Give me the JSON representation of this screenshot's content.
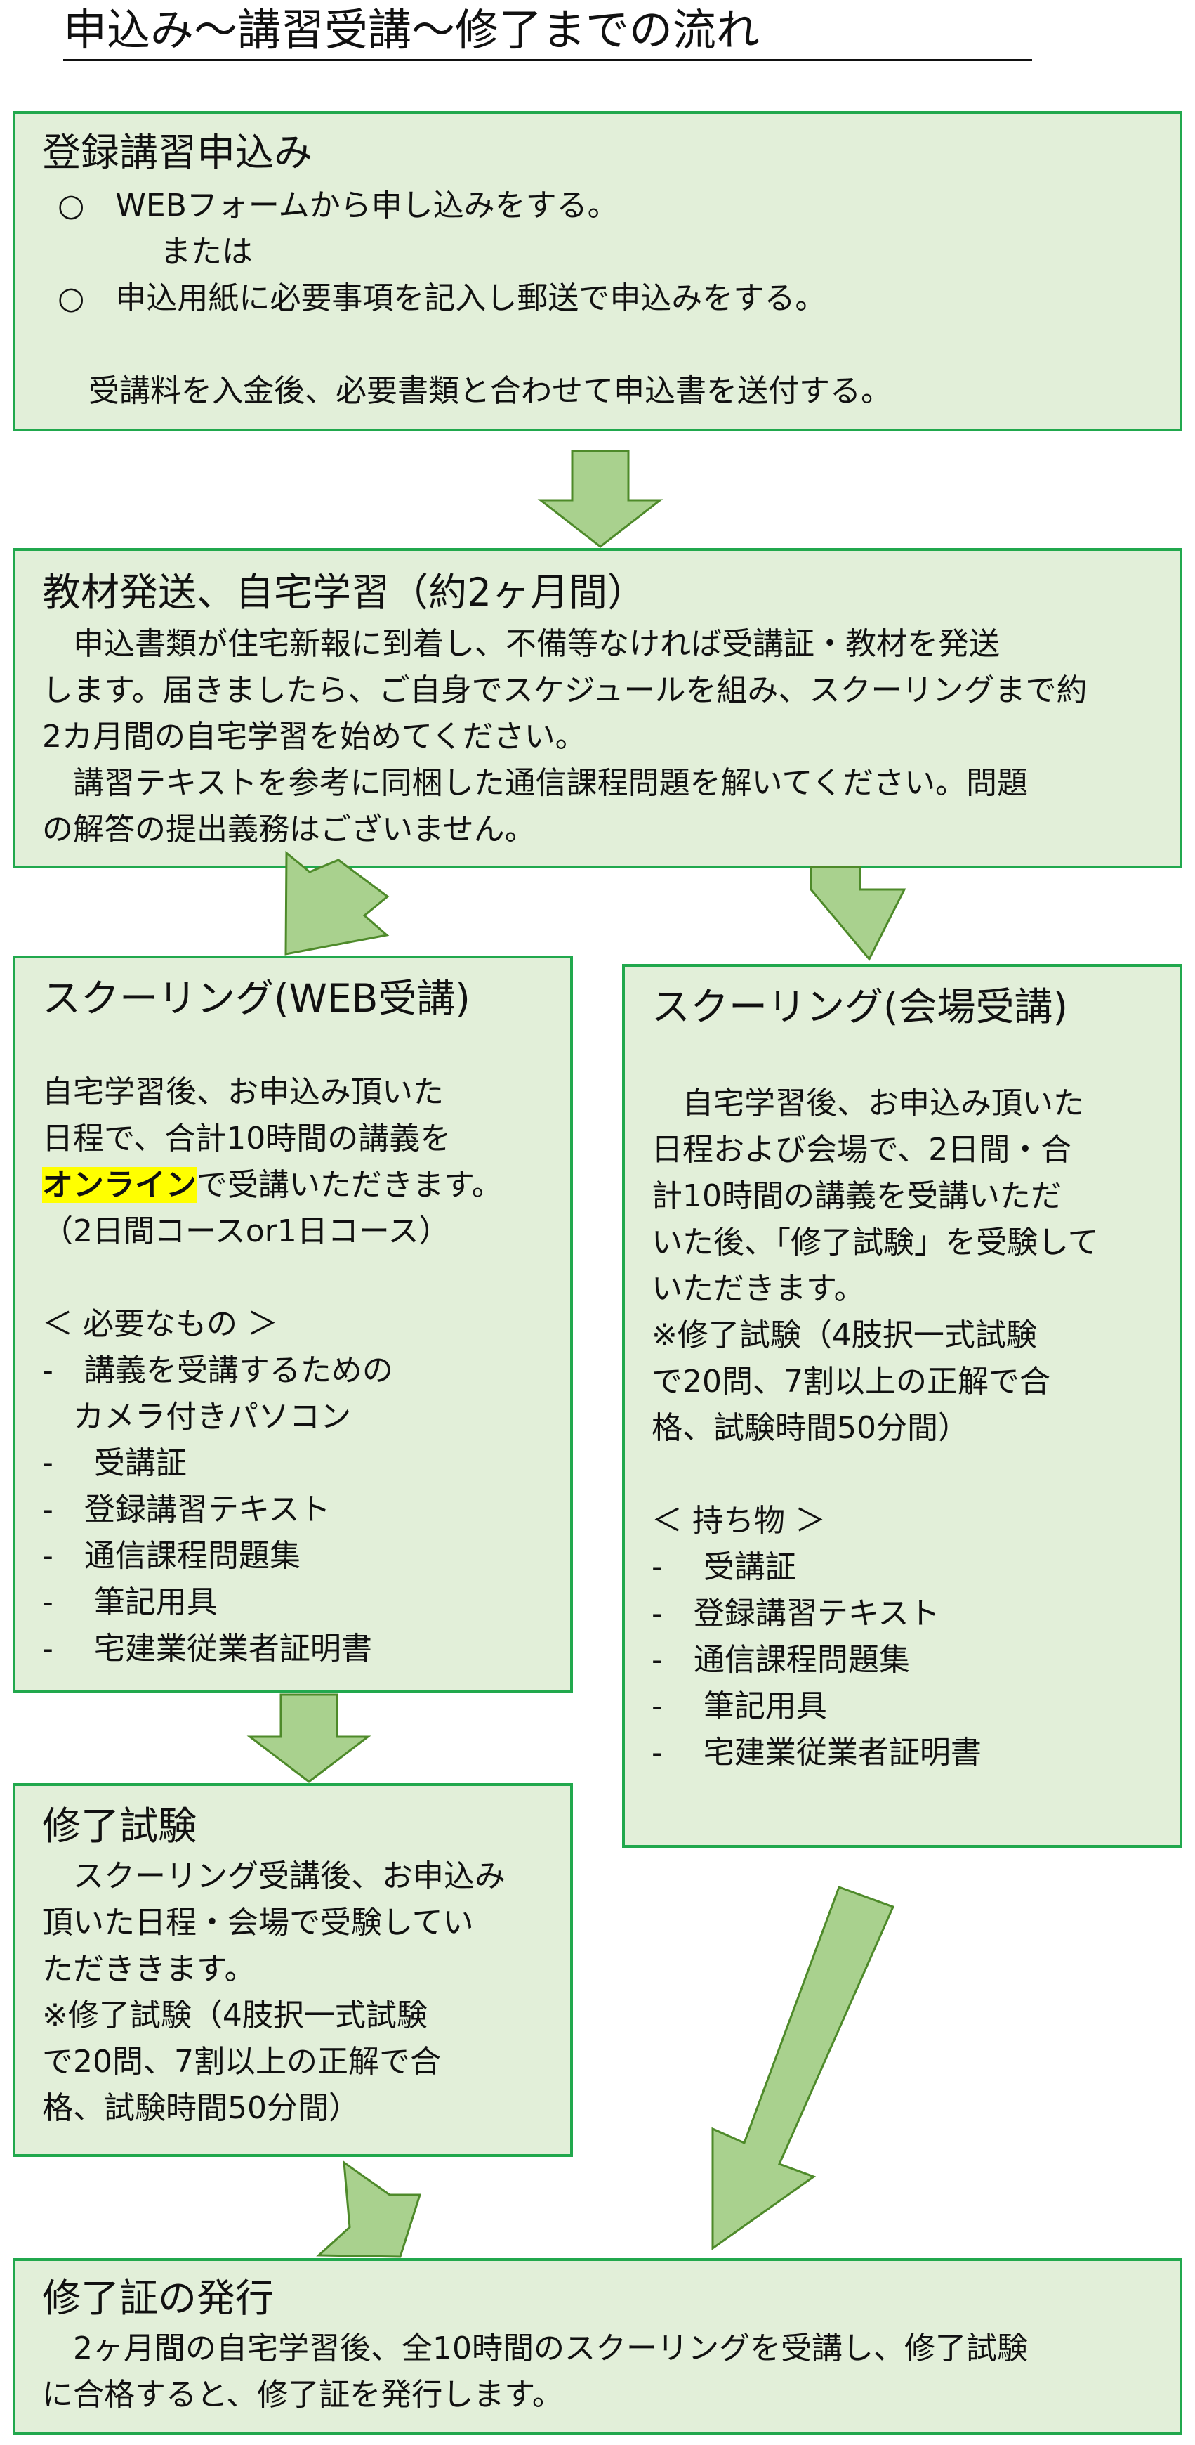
{
  "title": "申込み～講習受講～修了までの流れ",
  "box1": {
    "title": "登録講習申込み",
    "lines": [
      "○　WEBフォームから申し込みをする。",
      "　　 　または",
      "○　申込用紙に必要事項を記入し郵送で申込みをする。",
      "",
      "　受講料を入金後、必要書類と合わせて申込書を送付する。"
    ]
  },
  "box2": {
    "title": "教材発送、自宅学習（約2ヶ月間）",
    "lines": [
      "　申込書類が住宅新報に到着し、不備等なければ受講証・教材を発送",
      "します。届きましたら、ご自身でスケジュールを組み、スクーリングまで約",
      "2カ月間の自宅学習を始めてください。",
      "　講習テキストを参考に同梱した通信課程問題を解いてください。問題",
      "の解答の提出義務はございません。"
    ]
  },
  "box3": {
    "title": "スクーリング(WEB受講)",
    "line1": "自宅学習後、お申込み頂いた",
    "line2": "日程で、合計10時間の講義を",
    "highlight": "オンライン",
    "line3_rest": "で受講いただきます。",
    "lines_after": [
      "（2日間コースor1日コース）",
      "",
      "＜ 必要なもの ＞",
      "-　講義を受講するための",
      "　カメラ付きパソコン",
      "-　 受講証",
      "-　登録講習テキスト",
      "-　通信課程問題集",
      "-　 筆記用具",
      "-　 宅建業従業者証明書"
    ]
  },
  "box4": {
    "title": "スクーリング(会場受講)",
    "lines": [
      "　自宅学習後、お申込み頂いた",
      "日程および会場で、2日間・合",
      "計10時間の講義を受講いただ",
      "いた後、「修了試験」を受験して",
      "いただきます。",
      "※修了試験（4肢択一式試験",
      "で20問、7割以上の正解で合",
      "格、試験時間50分間）",
      "",
      "＜ 持ち物 ＞",
      "-　 受講証",
      "-　登録講習テキスト",
      "-　通信課程問題集",
      "-　 筆記用具",
      "-　 宅建業従業者証明書"
    ]
  },
  "box5": {
    "title": "修了試験",
    "lines": [
      "　スクーリング受講後、お申込み",
      "頂いた日程・会場で受験してい",
      "ただききます。",
      "※修了試験（4肢択一式試験",
      "で20問、7割以上の正解で合",
      "格、試験時間50分間）"
    ]
  },
  "box6": {
    "title": "修了証の発行",
    "lines": [
      "　2ヶ月間の自宅学習後、全10時間のスクーリングを受講し、修了試験",
      "に合格すると、修了証を発行します。"
    ]
  },
  "colors": {
    "box_fill": "#e2efd9",
    "box_border": "#21a84d",
    "arrow_fill": "#a9d18e",
    "arrow_stroke": "#4e8a2a",
    "highlight": "#ffff00"
  }
}
